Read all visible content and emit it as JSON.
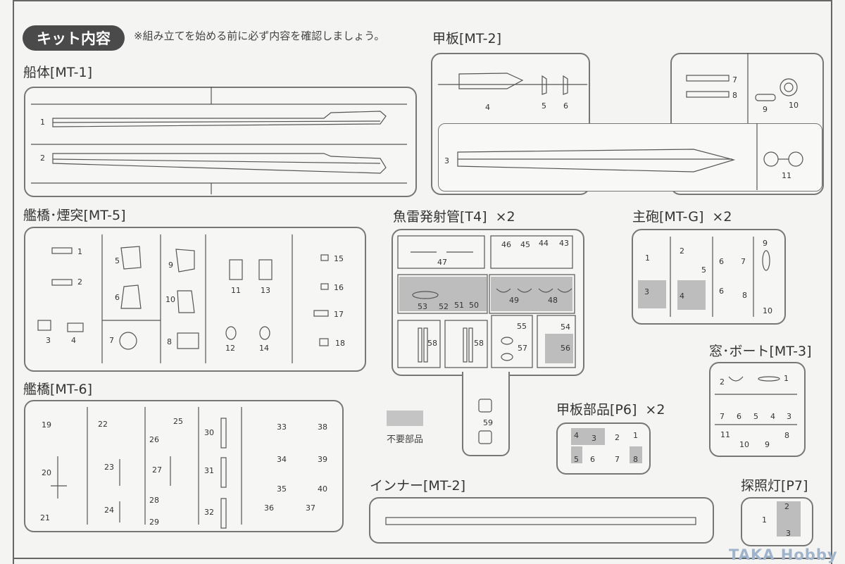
{
  "header": {
    "title": "キット内容",
    "note": "※組み立てを始める前に必ず内容を確認しましょう。"
  },
  "sections": {
    "hull": "船体[MT-1]",
    "deck": "甲板[MT-2]",
    "bridge_funnel": "艦橋･煙突[MT-5]",
    "torpedo": "魚雷発射管[T4]",
    "torpedo_qty": "×2",
    "main_gun": "主砲[MT-G]",
    "main_gun_qty": "×2",
    "window_boat": "窓･ボート[MT-3]",
    "bridge": "艦橋[MT-6]",
    "deck_parts": "甲板部品[P6]",
    "deck_parts_qty": "×2",
    "inner": "インナー[MT-2]",
    "searchlight": "探照灯[P7]"
  },
  "legend": {
    "unused": "不要部品"
  },
  "watermark": "TAKA Hobby",
  "parts": {
    "hull": [
      "1",
      "2"
    ],
    "deck": [
      "4",
      "5",
      "6",
      "7",
      "8",
      "9",
      "10",
      "3",
      "11"
    ],
    "bridge_funnel": [
      "1",
      "2",
      "3",
      "4",
      "5",
      "6",
      "7",
      "9",
      "10",
      "8",
      "11",
      "13",
      "12",
      "14",
      "15",
      "16",
      "17",
      "18"
    ],
    "torpedo": [
      "47",
      "46",
      "45",
      "44",
      "43",
      "53",
      "52",
      "51",
      "50",
      "49",
      "48",
      "58",
      "58",
      "55",
      "57",
      "54",
      "56",
      "59"
    ],
    "main_gun": [
      "1",
      "3",
      "2",
      "4",
      "5",
      "6",
      "7",
      "6",
      "8",
      "9",
      "10"
    ],
    "window_boat": [
      "2",
      "1",
      "7",
      "6",
      "5",
      "4",
      "3",
      "11",
      "10",
      "9",
      "8"
    ],
    "bridge": [
      "19",
      "20",
      "21",
      "22",
      "23",
      "24",
      "25",
      "26",
      "27",
      "28",
      "29",
      "30",
      "31",
      "32",
      "33",
      "34",
      "35",
      "36",
      "38",
      "39",
      "40",
      "37"
    ],
    "deck_parts": [
      "4",
      "3",
      "2",
      "1",
      "5",
      "6",
      "7",
      "8"
    ],
    "searchlight": [
      "1",
      "2",
      "3"
    ]
  },
  "colors": {
    "line": "#777777",
    "unused_gray": "#bdbdbd",
    "badge": "#4a4a4a"
  }
}
